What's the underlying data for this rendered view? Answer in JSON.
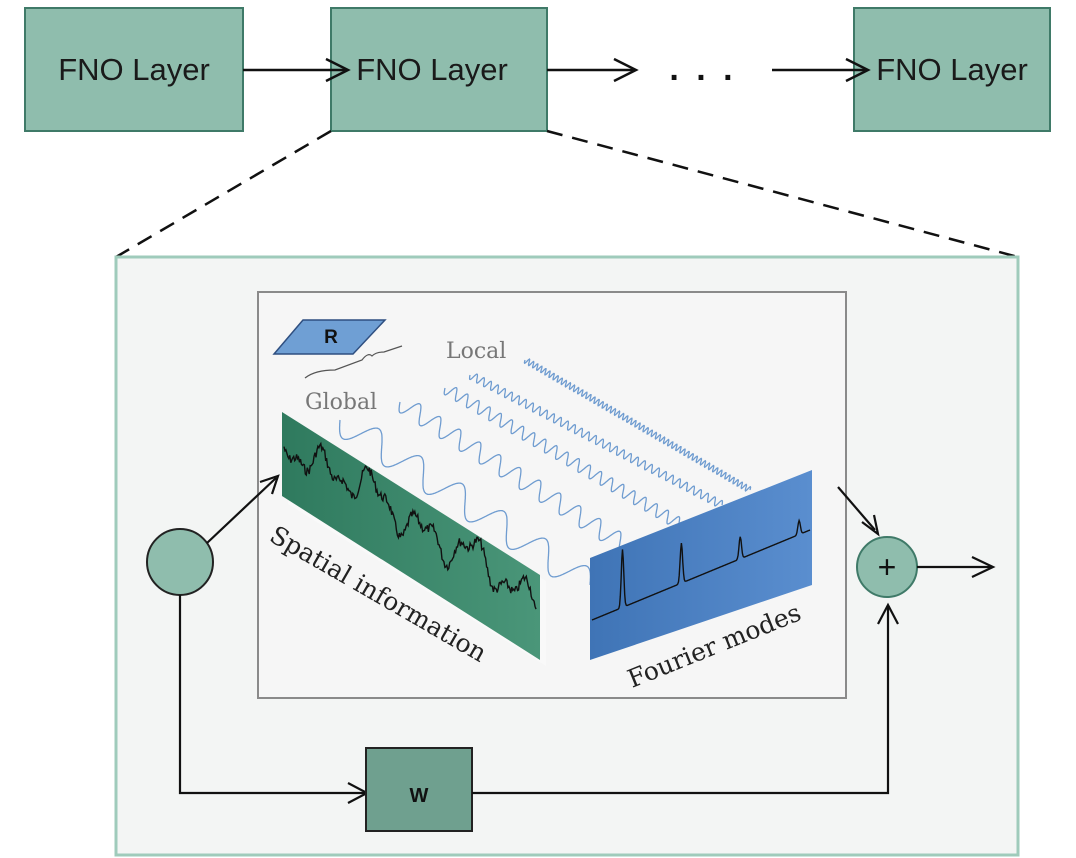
{
  "pipeline": {
    "layer_labels": [
      "FNO Layer",
      "FNO Layer",
      "FNO Layer"
    ],
    "ellipsis": ". . ."
  },
  "detail": {
    "r_label": "R",
    "w_label": "W",
    "global_label": "Global",
    "local_label": "Local",
    "spatial_label": "Spatial information",
    "fourier_label": "Fourier modes",
    "sum_symbol": "+"
  },
  "colors": {
    "box_fill": "#8fbdad",
    "box_stroke": "#3f7a68",
    "spatial_panel": "#3d8a6e",
    "fourier_panel": "#4a7fc0",
    "r_fill": "#6f9fd4",
    "wave_color": "#6f9cd0",
    "outer_frame": "#9fcbbb",
    "outer_fill": "#f3f5f4",
    "inner_frame": "#8a8a8a"
  }
}
